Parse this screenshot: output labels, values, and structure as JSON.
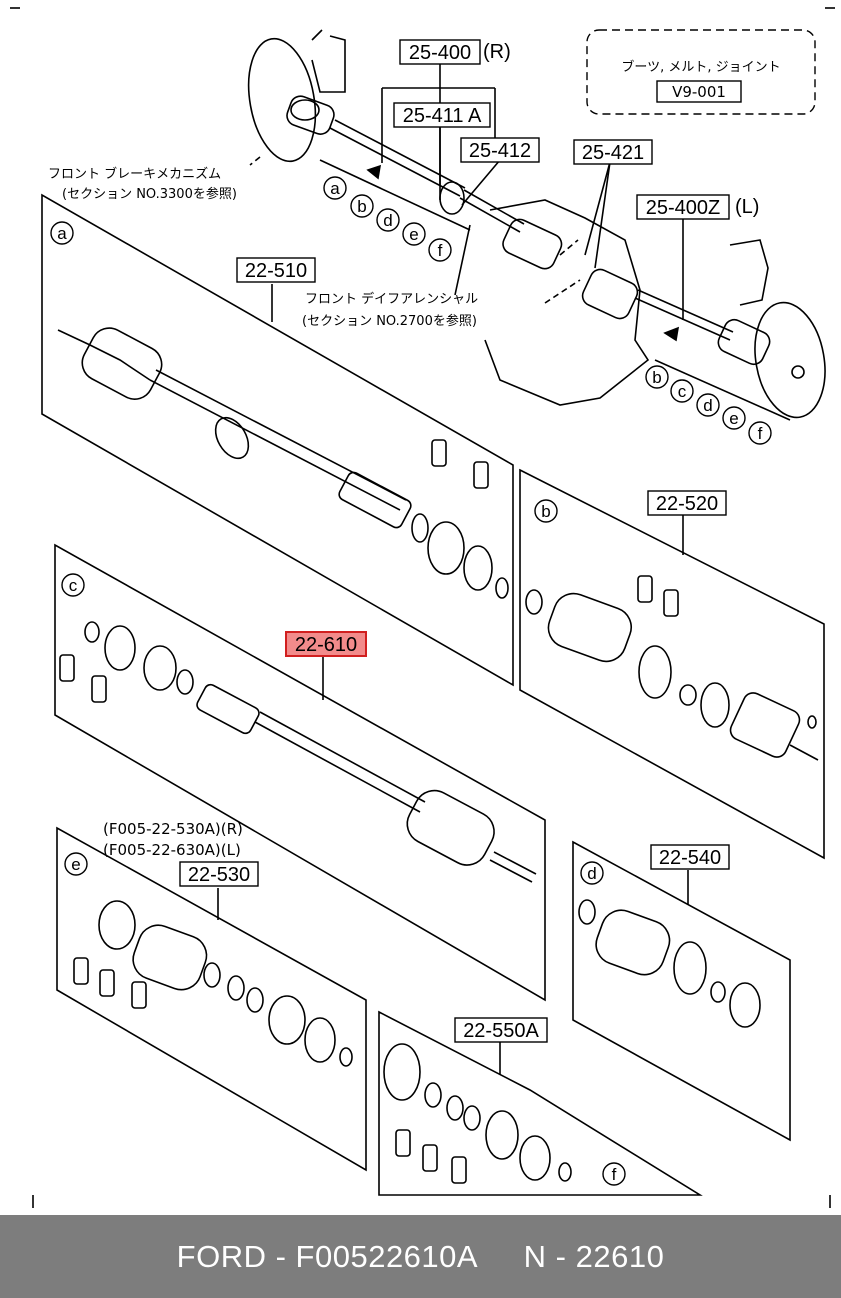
{
  "labels": {
    "l25_400": "25-400",
    "r_mark": "(R)",
    "l25_411a": "25-411 A",
    "l25_412": "25-412",
    "l25_421": "25-421",
    "l25_400z": "25-400Z",
    "l_mark": "(L)",
    "l22_510": "22-510",
    "l22_520": "22-520",
    "l22_610": "22-610",
    "l22_530": "22-530",
    "l22_540": "22-540",
    "l22_550a": "22-550A",
    "f005_530a": "(F005-22-530A)(R)",
    "f005_630a": "(F005-22-630A)(L)"
  },
  "boxnote": {
    "title": "ブーツ, メルト, ジョイント",
    "code": "V9-001"
  },
  "notes": {
    "brake_1": "フロント ブレーキメカニズム",
    "brake_2": "(セクション NO.3300を参照)",
    "diff_1": "フロント デイフアレンシャル",
    "diff_2": "(セクション NO.2700を参照)"
  },
  "circles": {
    "a": "a",
    "b": "b",
    "c": "c",
    "d": "d",
    "e": "e",
    "f": "f"
  },
  "footer": {
    "brand": "FORD - F00522610A",
    "part": "N - 22610"
  },
  "colors": {
    "highlight_fill": "#f28b8b",
    "highlight_border": "#d11f1f",
    "footer_bg": "#7d7d7d"
  }
}
